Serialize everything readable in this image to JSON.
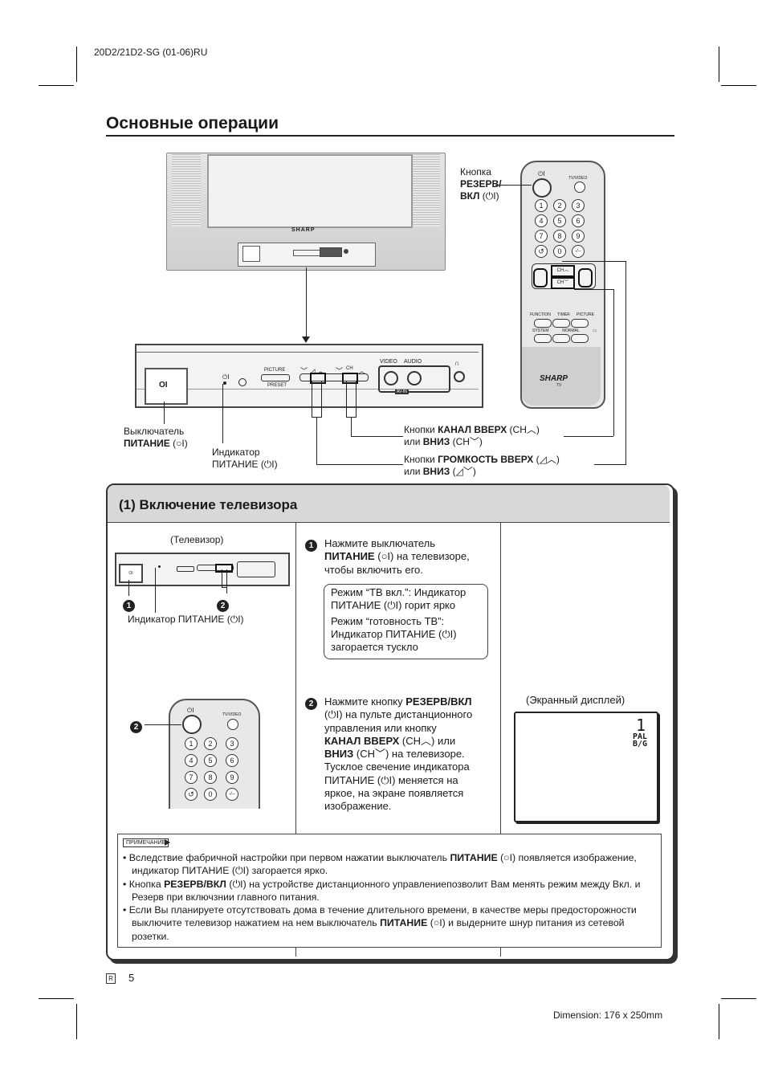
{
  "header": {
    "doc_code": "20D2/21D2-SG (01-06)RU",
    "page_title": "Основные операции"
  },
  "tv": {
    "brand": "SHARP"
  },
  "control_panel": {
    "picture_label": "PICTURE",
    "preset_label": "PRESET",
    "ch_label": "CH",
    "video_label": "VIDEO",
    "audio_label": "AUDIO",
    "av_label": "AV-IN",
    "power_symbol": "OI"
  },
  "remote": {
    "tvvideo_label": "TV/VIDEO",
    "keys": [
      "1",
      "2",
      "3",
      "4",
      "5",
      "6",
      "7",
      "8",
      "9",
      "↺",
      "0",
      "-/--"
    ],
    "ch_label": "CH",
    "function_labels": [
      "FUNCTION",
      "TIMER",
      "PICTURE"
    ],
    "system_labels": [
      "SYSTEM",
      "NORMAL",
      "▭"
    ],
    "brand": "SHARP",
    "brand_sub": "TV"
  },
  "callouts": {
    "standby_line1": "Кнопка",
    "standby_line2": "РЕЗЕРВ/",
    "standby_line3": "ВКЛ",
    "standby_sym": "(⏻I)",
    "power_switch_line1": "Выключатель",
    "power_switch_line2": "ПИТАНИЕ",
    "power_switch_sym": "(○I)",
    "indicator_line1": "Индикатор",
    "indicator_line2": "ПИТАНИЕ (⏻I)",
    "channel_pre": "Кнопки",
    "channel_bold": "КАНАЛ ВВЕРХ",
    "channel_sym": "(CH︿)",
    "channel_or": "или",
    "channel_bold2": "ВНИЗ",
    "channel_sym2": "(CH﹀)",
    "volume_pre": "Кнопки",
    "volume_bold": "ГРОМКОСТЬ ВВЕРХ",
    "volume_sym": "(◿︿)",
    "volume_or": "или",
    "volume_bold2": "ВНИЗ",
    "volume_sym2": "(◿﹀)"
  },
  "section": {
    "title": "(1) Включение телевизора",
    "tv_caption": "(Телевизор)",
    "indicator_caption": "Индикатор ПИТАНИЕ (⏻I)",
    "osd_caption": "(Экранный дисплей)",
    "osd_channel": "1",
    "osd_system1": "PAL",
    "osd_system2": "B/G",
    "step1_num": "1",
    "step1_a": "Нажмите выключатель",
    "step1_b": "ПИТАНИЕ",
    "step1_c": "(○I) на телевизоре,",
    "step1_d": "чтобы включить его.",
    "bubble1": "Режим “ТВ вкл.”: Индикатор",
    "bubble2": "ПИТАНИЕ (⏻I) горит ярко",
    "bubble3": "Режим “готовность ТВ”:",
    "bubble4": "Индикатор ПИТАНИЕ (⏻I)",
    "bubble5": "загорается тускло",
    "step2_num": "2",
    "step2_l1a": "Нажмите кнопку",
    "step2_l1b": "РЕЗЕРВ/ВКЛ",
    "step2_l2": "(⏻I) на пульте дистанционного",
    "step2_l3": "управления или кнопку",
    "step2_l4a": "КАНАЛ ВВЕРХ",
    "step2_l4b": "(CH︿) или",
    "step2_l5a": "ВНИЗ",
    "step2_l5b": "(CH﹀) на телевизоре.",
    "step2_l6": "Тусклое свечение индикатора",
    "step2_l7": "ПИТАНИЕ (⏻I) меняется на",
    "step2_l8": "яркое, на экране появляется",
    "step2_l9": "изображение."
  },
  "note": {
    "tag": "ПРИМЕЧАНИЕ",
    "b1a": "• Вследствие фабричной настройки при первом нажатии выключатель",
    "b1b": "ПИТАНИЕ",
    "b1c": "(○I) появляется изображение, индикатор ПИТАНИЕ (⏻I) загорается ярко.",
    "b2a": "• Кнопка",
    "b2b": "РЕЗЕРВ/ВКЛ",
    "b2c": "(⏻I) на устройстве дистанционного управлениепозволит Вам менять режим между Вкл. и Резерв при включзнии главного питания.",
    "b3a": "• Если Вы планируете отсутствовать дома в течение длительного времени, в качестве меры предосторожности выключите телевизор нажатием на нем выключатель",
    "b3b": "ПИТАНИЕ",
    "b3c": "(○I) и выдерните шнур питания из сетевой розетки."
  },
  "footer": {
    "lang_mark": "R",
    "page_number": "5",
    "dimension": "Dimension: 176 x 250mm"
  }
}
